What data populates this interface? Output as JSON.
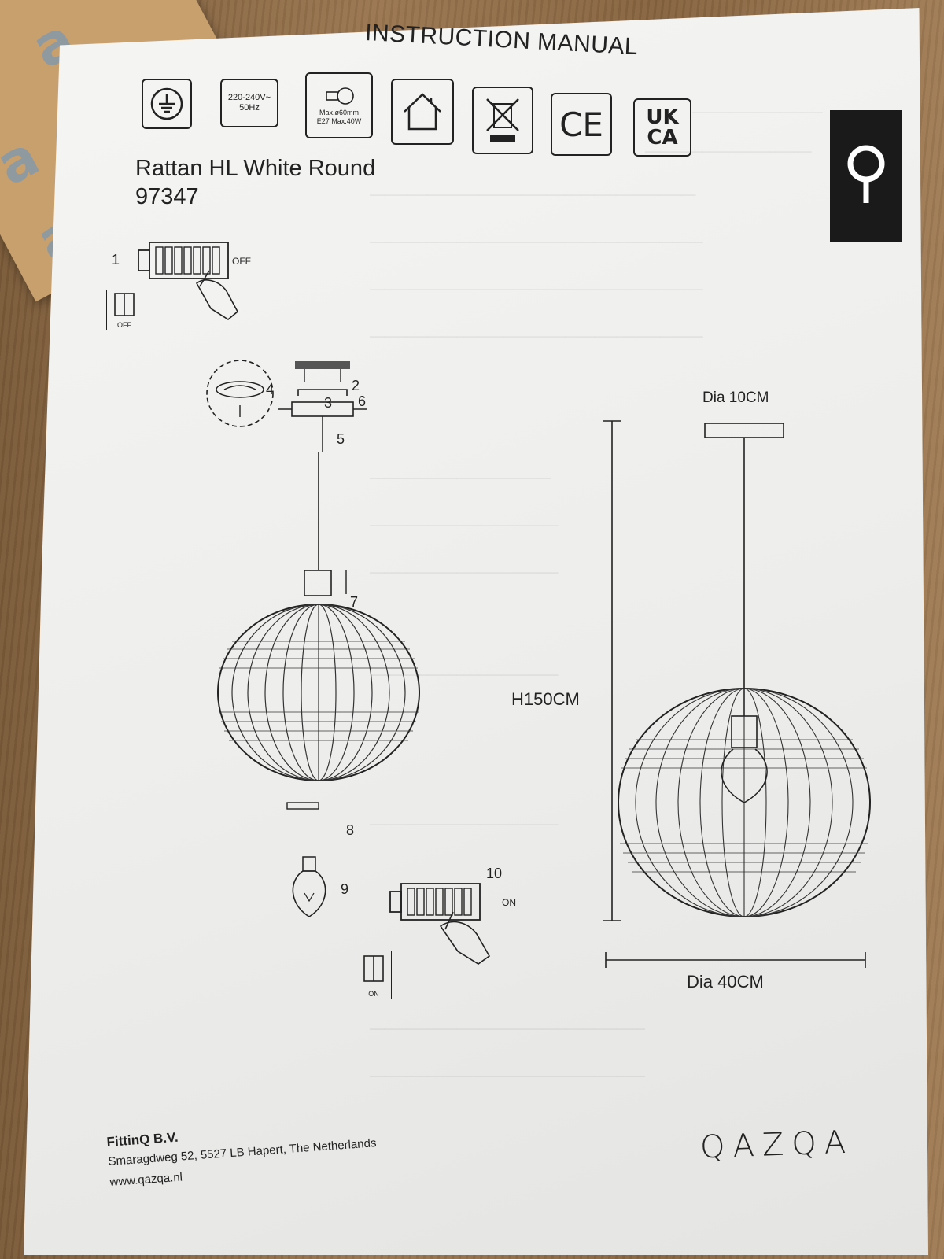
{
  "header": {
    "title": "INSTRUCTION MANUAL"
  },
  "icons": {
    "voltage": [
      "220-240V~",
      "50Hz"
    ],
    "bulb": [
      "Max.ø60mm",
      "E27 Max.40W"
    ],
    "ce": "CE",
    "ukca": [
      "UK",
      "CA"
    ]
  },
  "product": {
    "name": "Rattan HL White Round",
    "code": "97347"
  },
  "steps": {
    "s1": "1",
    "off": "OFF",
    "off_box": "OFF",
    "s2": "2",
    "s3": "3",
    "s4": "4",
    "s5": "5",
    "s6": "6",
    "s7": "7",
    "s8": "8",
    "s9": "9",
    "s10": "10",
    "on": "ON",
    "on_box": "ON"
  },
  "dimensions": {
    "canopy": "Dia 10CM",
    "height": "H150CM",
    "shade": "Dia 40CM"
  },
  "footer": {
    "company": "FittinQ B.V.",
    "address": "Smaragdweg 52, 5527 LB Hapert, The Netherlands",
    "website": "www.qazqa.nl",
    "logo": "QAZQA"
  },
  "colors": {
    "ink": "#222222",
    "brand_block": "#1a1a1a",
    "paper": "#f2f2f0"
  }
}
